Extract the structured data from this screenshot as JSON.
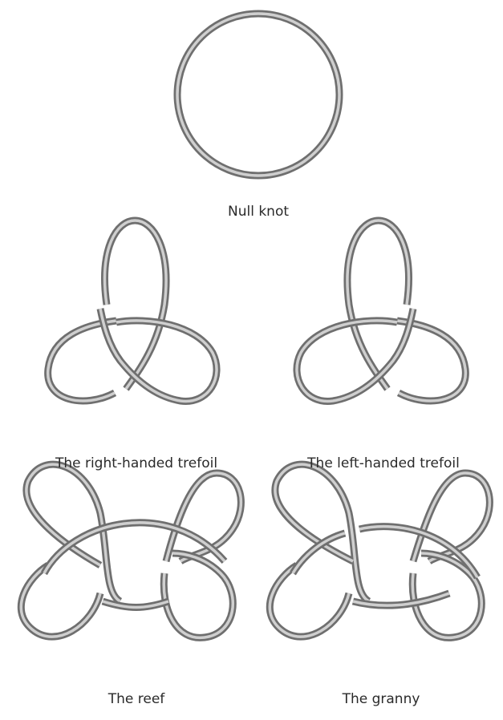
{
  "labels": {
    "null_knot": "Null knot",
    "right_trefoil": "The right-handed trefoil",
    "left_trefoil": "The left-handed trefoil",
    "reef": "The reef",
    "granny": "The granny"
  }
}
